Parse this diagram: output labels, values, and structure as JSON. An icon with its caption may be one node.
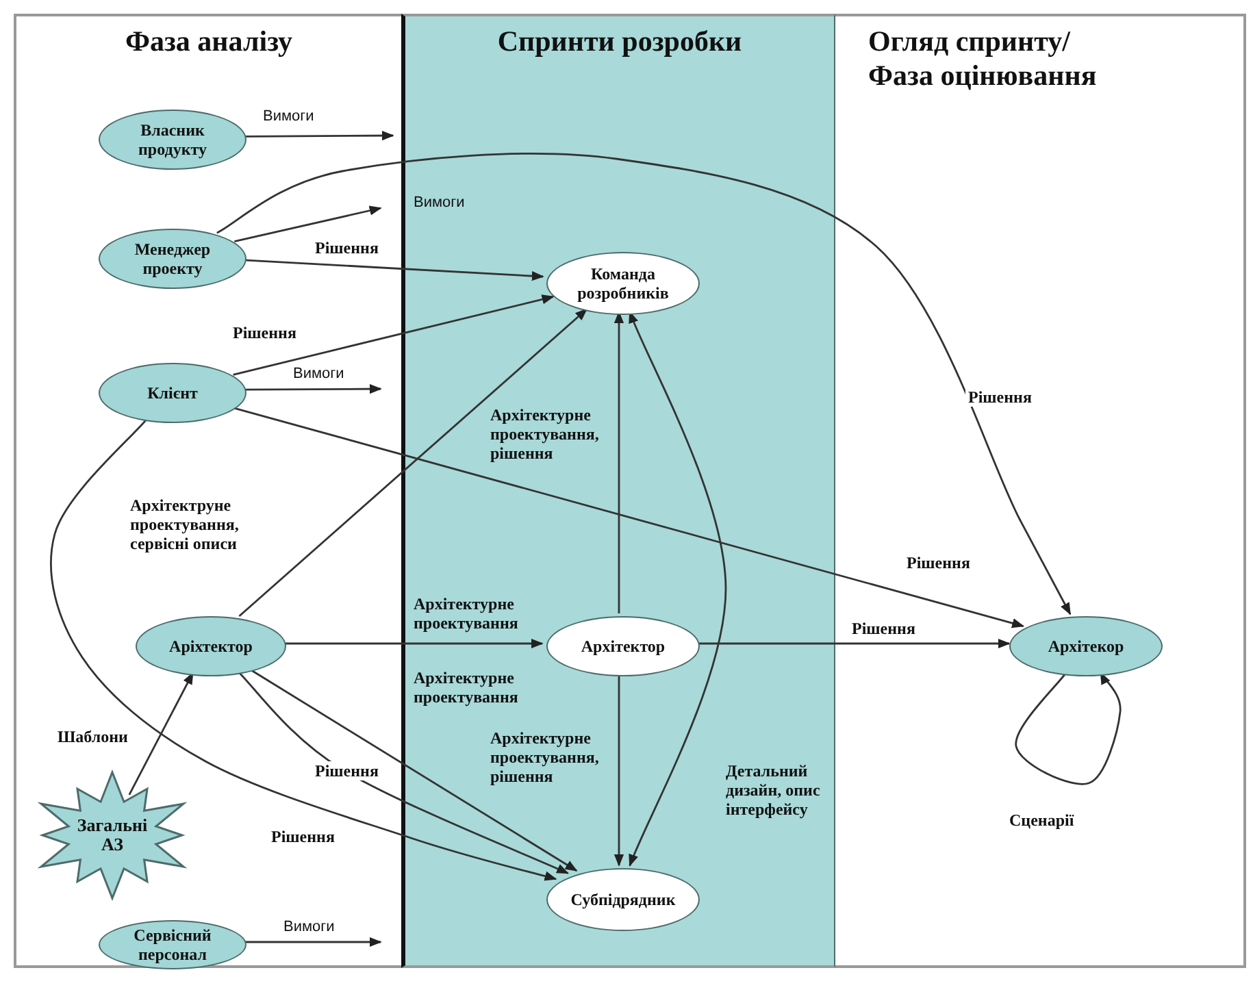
{
  "diagram": {
    "nodes": [
      {
        "text": [
          "Фаза аналізу"
        ]
      },
      {
        "text": [
          "Спринти розробки"
        ]
      },
      {
        "text": [
          "Огляд спринту/ Фаза оцінювання"
        ]
      },
      {
        "text": [
          "Власник продукту"
        ],
        "in": 0
      },
      {
        "text": [
          "Менеджер проекту"
        ],
        "in": 0
      },
      {
        "text": [
          "Клієнт"
        ],
        "in": 0
      },
      {
        "text": [
          "Аріхтектор"
        ],
        "in": 0
      },
      {
        "text": [
          "Загальні АЗ"
        ],
        "in": 0
      },
      {
        "text": [
          "Сервісний персонал"
        ],
        "in": 0
      },
      {
        "text": [
          "Команда розробників"
        ],
        "in": 1
      },
      {
        "text": [
          "Архітектор"
        ],
        "in": 1
      },
      {
        "text": [
          "Субпідрядник"
        ],
        "in": 1
      },
      {
        "text": [
          "Архітекор"
        ],
        "in": 2
      }
    ],
    "edges": [
      {
        "from": 3,
        "to": null,
        "arrow": "to",
        "label": "Вимоги"
      },
      {
        "from": 4,
        "to": null,
        "arrow": "to",
        "label": "Вимоги"
      },
      {
        "from": 4,
        "to": 9,
        "arrow": "to",
        "label": "Рішення"
      },
      {
        "from": 4,
        "to": 12,
        "arrow": "to",
        "label": "Рішення"
      },
      {
        "from": 5,
        "to": 9,
        "arrow": "to",
        "label": "Рішення"
      },
      {
        "from": 5,
        "to": null,
        "arrow": "to",
        "label": "Вимоги"
      },
      {
        "from": 5,
        "to": 12,
        "arrow": "to",
        "label": "Рішення"
      },
      {
        "from": 5,
        "to": 11,
        "arrow": "to",
        "label": "Рішення"
      },
      {
        "from": 6,
        "to": 9,
        "arrow": "to",
        "label": "Архітектруне проектування, сервісні описи"
      },
      {
        "from": 6,
        "to": 10,
        "arrow": "to",
        "label": "Архітектурне проектування"
      },
      {
        "from": 6,
        "to": 11,
        "arrow": "to",
        "label": "Архітектурне проектування"
      },
      {
        "from": 6,
        "to": 11,
        "arrow": "to",
        "label": "Рішення"
      },
      {
        "from": 7,
        "to": 6,
        "arrow": "to",
        "label": "Шаблони"
      },
      {
        "from": 8,
        "to": null,
        "arrow": "to",
        "label": "Вимоги"
      },
      {
        "from": 10,
        "to": 9,
        "arrow": "to",
        "label": "Архітектурне проектування, рішення"
      },
      {
        "from": 10,
        "to": 11,
        "arrow": "to",
        "label": "Архітектурне проектування, рішення"
      },
      {
        "from": 11,
        "to": 9,
        "arrow": "both",
        "label": "Детальний дизайн, опис інтерфейсу"
      },
      {
        "from": 10,
        "to": 12,
        "arrow": "to",
        "label": "Рішення"
      },
      {
        "from": 12,
        "to": 12,
        "arrow": "to",
        "label": "Сценарії"
      }
    ]
  }
}
